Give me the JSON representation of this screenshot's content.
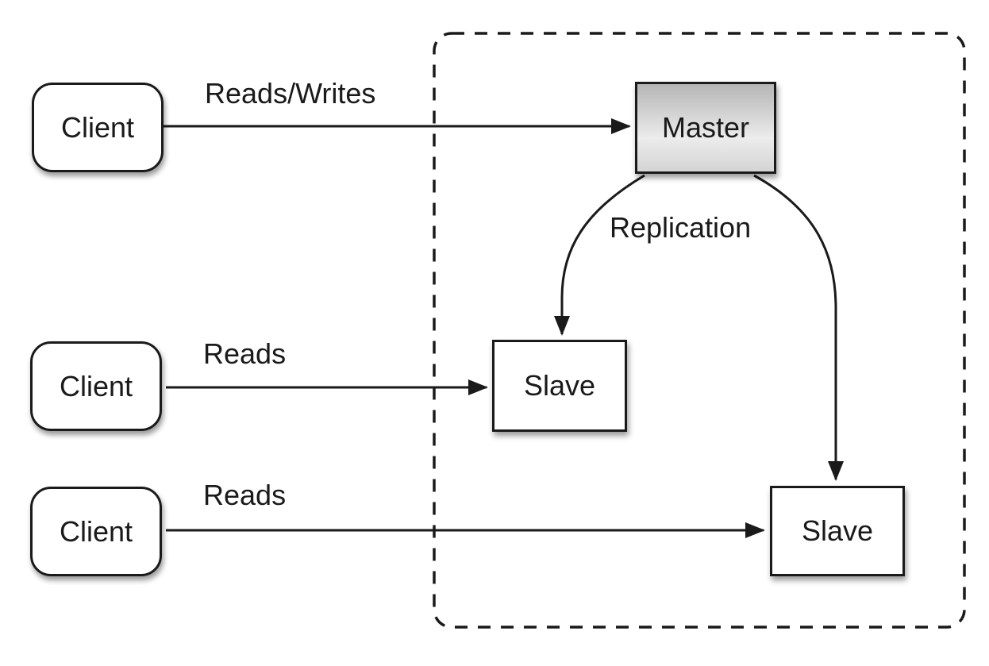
{
  "diagram": {
    "nodes": {
      "client_top": {
        "label": "Client"
      },
      "client_middle": {
        "label": "Client"
      },
      "client_bottom": {
        "label": "Client"
      },
      "master": {
        "label": "Master"
      },
      "slave_left": {
        "label": "Slave"
      },
      "slave_right": {
        "label": "Slave"
      }
    },
    "edges": {
      "reads_writes": {
        "label": "Reads/Writes"
      },
      "reads_middle": {
        "label": "Reads"
      },
      "reads_bottom": {
        "label": "Reads"
      },
      "replication": {
        "label": "Replication"
      }
    },
    "colors": {
      "stroke": "#1a1a1a",
      "node_fill": "#ffffff",
      "background": "#ffffff",
      "master_gradient_top": "#b5b5b5",
      "master_gradient_mid": "#ececec",
      "master_gradient_bottom": "#d4d4d4",
      "text_color": "#1a1a1a"
    }
  }
}
